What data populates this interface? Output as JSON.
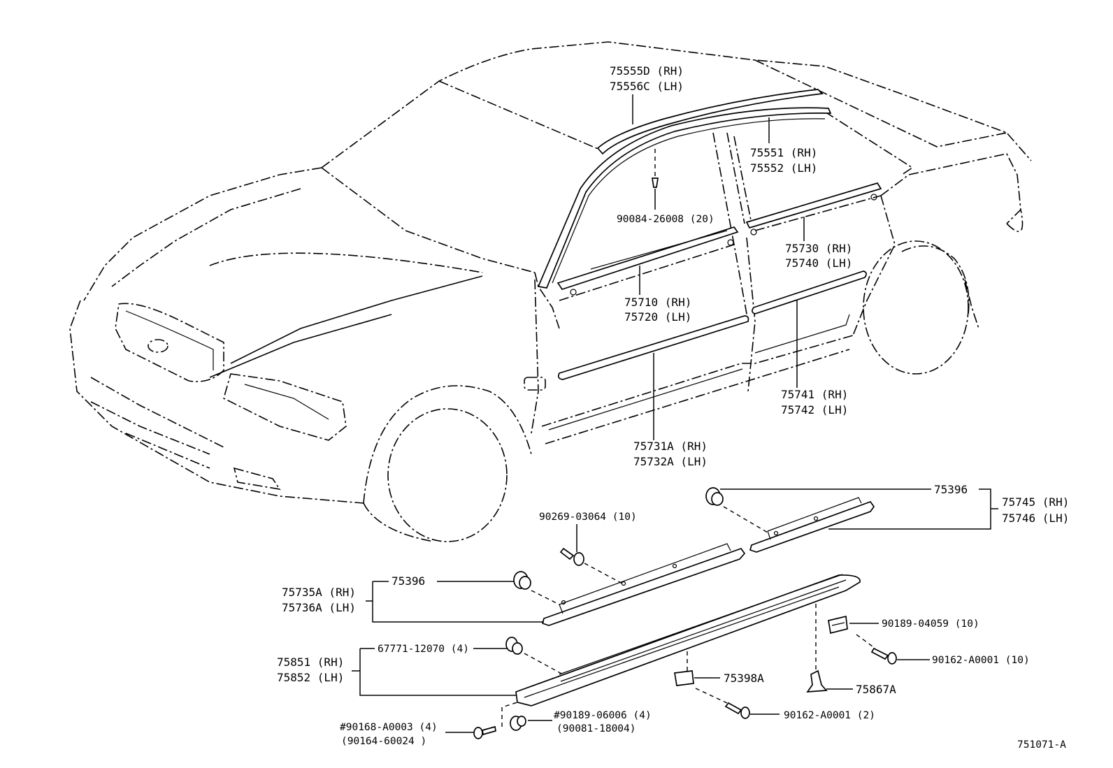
{
  "diagram_id": "751071-A",
  "labels": {
    "roof_drip_rh": "75555D (RH)",
    "roof_drip_lh": "75556C (LH)",
    "upper_molding_rh": "75551 (RH)",
    "upper_molding_lh": "75552 (LH)",
    "clip_90084": "90084-26008 (20)",
    "rear_belt_rh": "75730 (RH)",
    "rear_belt_lh": "75740 (LH)",
    "front_belt_rh": "75710 (RH)",
    "front_belt_lh": "75720 (LH)",
    "rear_side_rh": "75741 (RH)",
    "rear_side_lh": "75742 (LH)",
    "front_side_rh": "75731A (RH)",
    "front_side_lh": "75732A (LH)",
    "clip_75396_rear": "75396",
    "rear_rocker_rh": "75745 (RH)",
    "rear_rocker_lh": "75746 (LH)",
    "rivet_90269": "90269-03064 (10)",
    "clip_75396_front": "75396",
    "front_rocker_rh": "75735A (RH)",
    "front_rocker_lh": "75736A (LH)",
    "nut_90189_04059": "90189-04059 (10)",
    "screw_90162_10": "90162-A0001 (10)",
    "clip_67771": "67771-12070 (4)",
    "sill_rh": "75851 (RH)",
    "sill_lh": "75852 (LH)",
    "clip_75398A": "75398A",
    "clip_75867A": "75867A",
    "screw_90162_2": "90162-A0001 (2)",
    "screw_90168": "#90168-A0003 (4)",
    "screw_90164": "(90164-60024 )",
    "nut_90189_06006": "#90189-06006 (4)",
    "nut_90081": "(90081-18004)"
  }
}
